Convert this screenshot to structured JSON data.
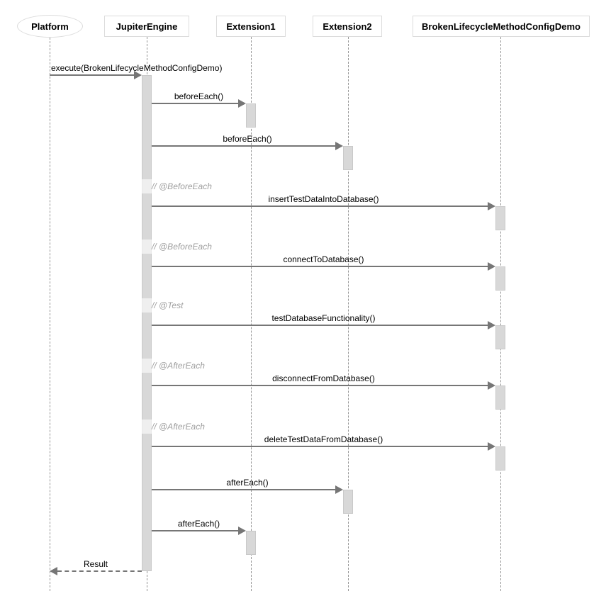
{
  "diagram": {
    "type": "sequence",
    "participants": [
      {
        "id": "platform",
        "label": "Platform",
        "shape": "ellipse"
      },
      {
        "id": "jupiter-engine",
        "label": "JupiterEngine",
        "shape": "rect"
      },
      {
        "id": "extension1",
        "label": "Extension1",
        "shape": "rect"
      },
      {
        "id": "extension2",
        "label": "Extension2",
        "shape": "rect"
      },
      {
        "id": "broken-lifecycle-method-config-demo",
        "label": "BrokenLifecycleMethodConfigDemo",
        "shape": "rect"
      }
    ],
    "messages": [
      {
        "label": "execute(BrokenLifecycleMethodConfigDemo)",
        "from": "Platform",
        "to": "JupiterEngine",
        "line": "solid"
      },
      {
        "label": "beforeEach()",
        "from": "JupiterEngine",
        "to": "Extension1",
        "line": "solid"
      },
      {
        "label": "beforeEach()",
        "from": "JupiterEngine",
        "to": "Extension2",
        "line": "solid"
      },
      {
        "label": "insertTestDataIntoDatabase()",
        "from": "JupiterEngine",
        "to": "BrokenLifecycleMethodConfigDemo",
        "line": "solid",
        "comment": "// @BeforeEach"
      },
      {
        "label": "connectToDatabase()",
        "from": "JupiterEngine",
        "to": "BrokenLifecycleMethodConfigDemo",
        "line": "solid",
        "comment": "// @BeforeEach"
      },
      {
        "label": "testDatabaseFunctionality()",
        "from": "JupiterEngine",
        "to": "BrokenLifecycleMethodConfigDemo",
        "line": "solid",
        "comment": "// @Test"
      },
      {
        "label": "disconnectFromDatabase()",
        "from": "JupiterEngine",
        "to": "BrokenLifecycleMethodConfigDemo",
        "line": "solid",
        "comment": "// @AfterEach"
      },
      {
        "label": "deleteTestDataFromDatabase()",
        "from": "JupiterEngine",
        "to": "BrokenLifecycleMethodConfigDemo",
        "line": "solid",
        "comment": "// @AfterEach"
      },
      {
        "label": "afterEach()",
        "from": "JupiterEngine",
        "to": "Extension2",
        "line": "solid"
      },
      {
        "label": "afterEach()",
        "from": "JupiterEngine",
        "to": "Extension1",
        "line": "solid"
      },
      {
        "label": "Result",
        "from": "JupiterEngine",
        "to": "Platform",
        "line": "dashed"
      }
    ],
    "colors": {
      "background": "#ffffff",
      "arrow": "#767676",
      "lifeline": "#949494",
      "activation_fill": "#d8d8d8",
      "activation_border": "#c9c9c9",
      "participant_border": "#dcdcdc",
      "comment_text": "#9e9e9e",
      "message_text": "#000000"
    }
  }
}
